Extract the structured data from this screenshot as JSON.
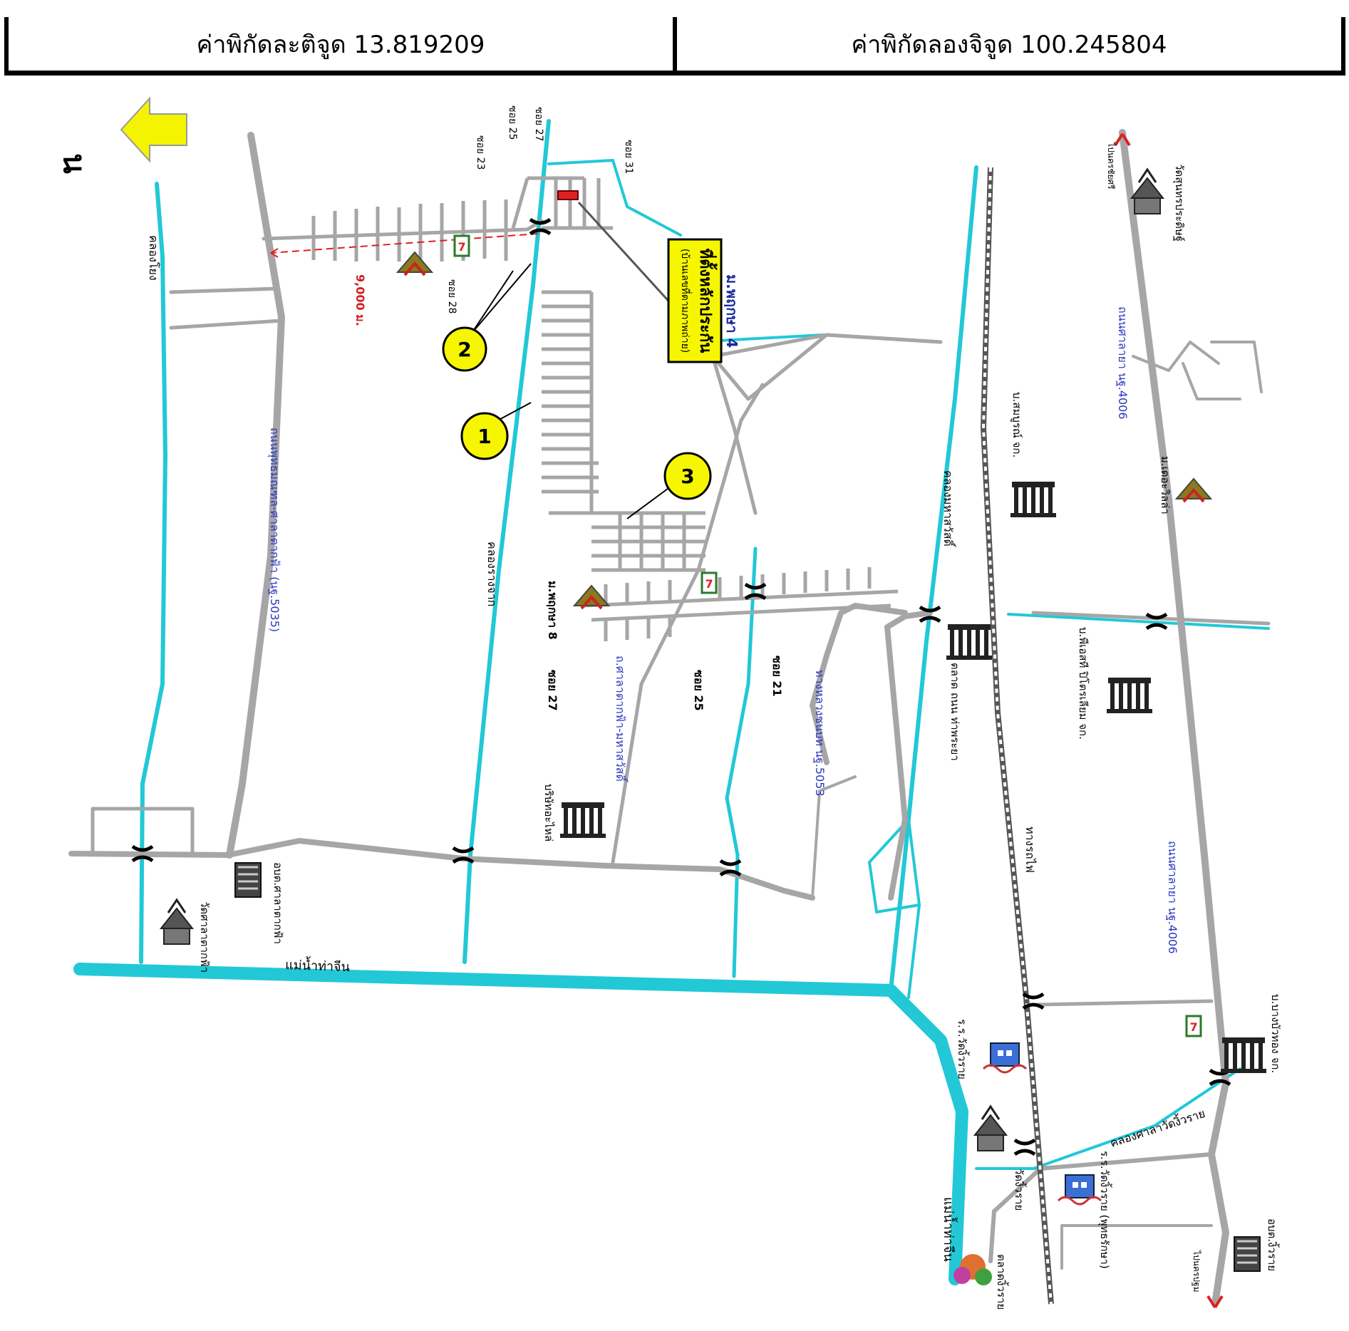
{
  "coordinates": {
    "latitude_label": "ค่าพิกัดละติจูด 13.819209",
    "longitude_label": "ค่าพิกัดลองจิจูด 100.245804"
  },
  "north": {
    "label": "น"
  },
  "highlight": {
    "title": "ที่ตั้งหลักประกัน",
    "subtitle": "(บ้านเลขที่ตามภาพถ่าย)"
  },
  "markers": [
    "1",
    "2",
    "3"
  ],
  "labels": {
    "khlong_chong": "คลองโยง",
    "road_5035": "ถนนพุทธมณฑล-ศาลาตากฟ้า (นฐ.5035)",
    "khlong_rang": "คลองรางจาก",
    "road_salaya": "ถ.ศาลาตากฟ้า-มหาสวัสดิ์",
    "road_5053": "ทางหลวงชนบท นฐ.5053",
    "khlong_mahasawat": "คลองมหาสวัสดิ์",
    "railway": "ทางรถไฟ",
    "road_4006_top": "ถนนศาลายา นฐ.4006",
    "road_4006_bottom": "ถนนศาลายา นฐ.4006",
    "tha_chin": "แม่น้ำท่าจีน",
    "tha_chin_2": "แม่น้ำท่าจีน",
    "khlong_salaya": "คลองศาลาวัดงิ้วราย",
    "moo4": "ม.พฤกษา 4",
    "moo8": "ม.พฤกษา 8",
    "dist": "9,000 ม.",
    "soi23": "ซอย 23",
    "soi25t": "ซอย 25",
    "soi27t": "ซอย 27",
    "soi31": "ซอย 31",
    "soi28": "ซอย 28",
    "soi27b": "ซอย 27",
    "soi25b": "ซอย 25",
    "soi21": "ซอย 21",
    "wat_salatakfa": "วัดศาลาตากฟ้า",
    "obt_salatakfa": "อบต.ศาลาตากฟ้า",
    "school1": "ร.ร.วัดงิ้วราย",
    "wat_ngiwrai": "วัดงิ้วราย",
    "school2": "ร.ร.วัดงิ้วราย (พุทธรักษา)",
    "market": "ตลาดงิ้วราย",
    "obt_ngiwrai": "อบต.งิ้วราย",
    "wat_top": "วัดสุนทรประดิษฐ์",
    "moo_top": "ม.เดอะวิลล่า",
    "bank_top": "บ.สมบูรณ์ จก.",
    "bank_mid": "บ.พีเอสที ปิโตรเลียม จก.",
    "bank_3": "ตลาด ถนน ท่าพระยา",
    "bank_left": "บริษัทอะไหล่",
    "right_top": "ไปนครชัยศรี",
    "right_bottom": "ไปนครปฐม",
    "factory_bottom": "บ.บางบัวทอง จก."
  }
}
